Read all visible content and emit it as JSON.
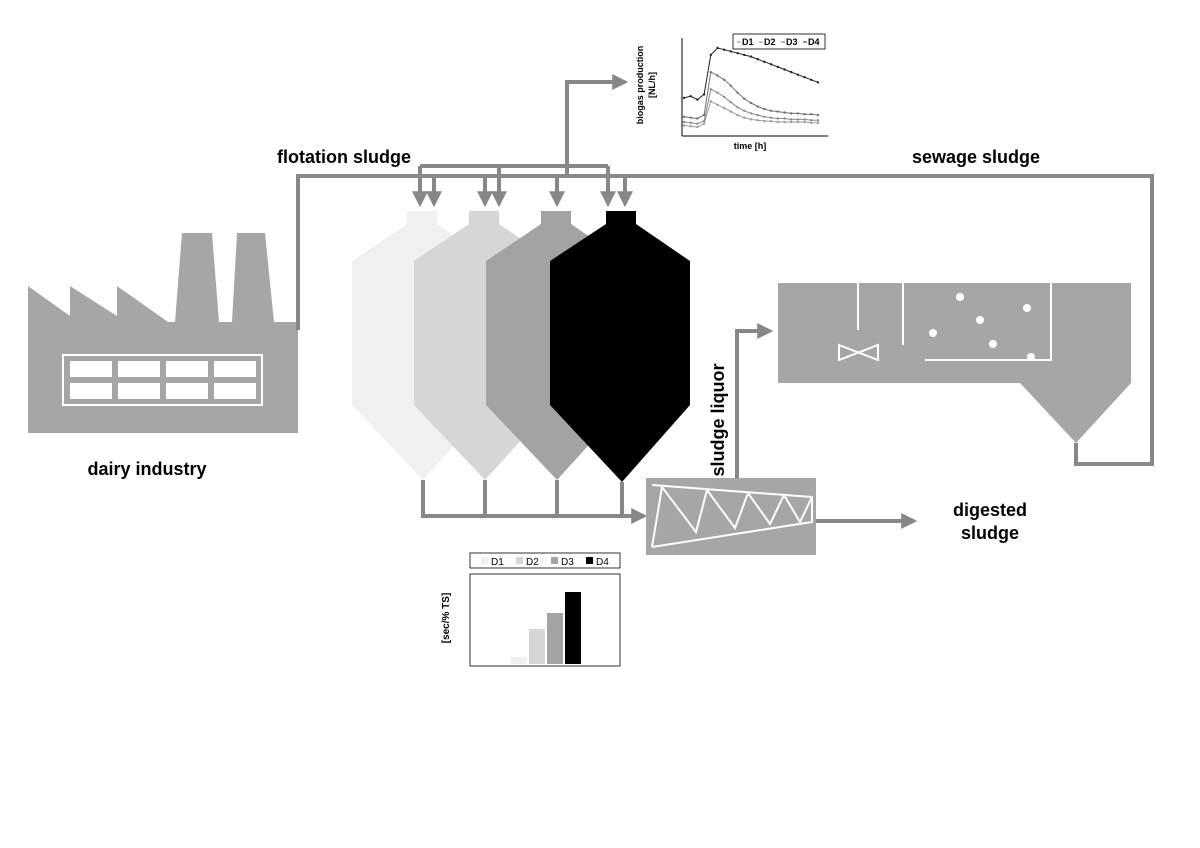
{
  "labels": {
    "dairy_industry": "dairy industry",
    "flotation_sludge": "flotation sludge",
    "sewage_sludge": "sewage sludge",
    "sludge_liquor": "sludge liquor",
    "digested_sludge_line1": "digested",
    "digested_sludge_line2": "sludge"
  },
  "colors": {
    "flow": "#878787",
    "factory": "#a6a6a6",
    "digester_D1": "#f0f0f0",
    "digester_D2": "#d6d6d6",
    "digester_D3": "#a3a3a3",
    "digester_D4": "#000000"
  },
  "digesters": [
    "D1",
    "D2",
    "D3",
    "D4"
  ],
  "biogas_chart": {
    "ylabel_line1": "biogas production",
    "ylabel_line2": "[NL/h]",
    "xlabel": "time [h]",
    "legend": [
      "D1",
      "D2",
      "D3",
      "D4"
    ]
  },
  "chart_data": [
    {
      "type": "line",
      "xlabel": "time [h]",
      "ylabel": "biogas production [NL/h]",
      "x": [
        0,
        1,
        2,
        3,
        4,
        5,
        6,
        7,
        8,
        9,
        10,
        11,
        12,
        13,
        14,
        15,
        16,
        17,
        18,
        19,
        20
      ],
      "series": [
        {
          "name": "D1",
          "values": [
            10,
            9,
            8,
            12,
            38,
            34,
            30,
            26,
            22,
            19,
            17,
            16,
            15,
            15,
            14,
            14,
            14,
            14,
            14,
            13,
            13
          ]
        },
        {
          "name": "D2",
          "values": [
            14,
            13,
            12,
            15,
            52,
            48,
            43,
            37,
            31,
            27,
            24,
            22,
            20,
            19,
            18,
            18,
            17,
            17,
            17,
            16,
            16
          ]
        },
        {
          "name": "D3",
          "values": [
            20,
            19,
            18,
            22,
            72,
            68,
            63,
            56,
            48,
            41,
            36,
            32,
            29,
            27,
            26,
            25,
            24,
            24,
            23,
            23,
            22
          ]
        },
        {
          "name": "D4",
          "values": [
            42,
            44,
            40,
            46,
            92,
            100,
            98,
            96,
            94,
            92,
            90,
            87,
            84,
            81,
            78,
            75,
            72,
            69,
            66,
            63,
            60
          ]
        }
      ],
      "legend_position": "top-right",
      "axis_ticks": "none",
      "grid": false
    },
    {
      "type": "bar",
      "ylabel": "[sec/% TS]",
      "categories": [
        "D1",
        "D2",
        "D3",
        "D4"
      ],
      "values": [
        7,
        35,
        51,
        72
      ],
      "ylim": [
        0,
        90
      ],
      "legend": [
        "D1",
        "D2",
        "D3",
        "D4"
      ],
      "legend_position": "top",
      "grid": false
    }
  ]
}
